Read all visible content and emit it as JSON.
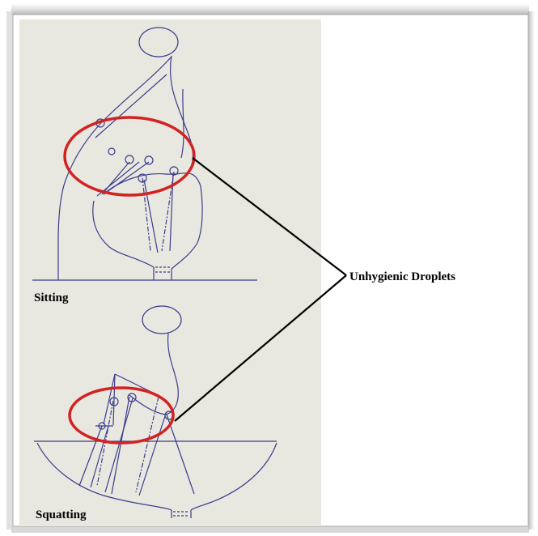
{
  "labels": {
    "callout": "Unhygienic Droplets",
    "sitting": "Sitting",
    "squatting": "Squatting"
  },
  "colors": {
    "panel_background": "#e8e8e0",
    "figure_line": "#3a3c8c",
    "highlight_ring": "#d22222",
    "callout_line": "#000000",
    "frame_shadow": "#b8b8b8"
  }
}
